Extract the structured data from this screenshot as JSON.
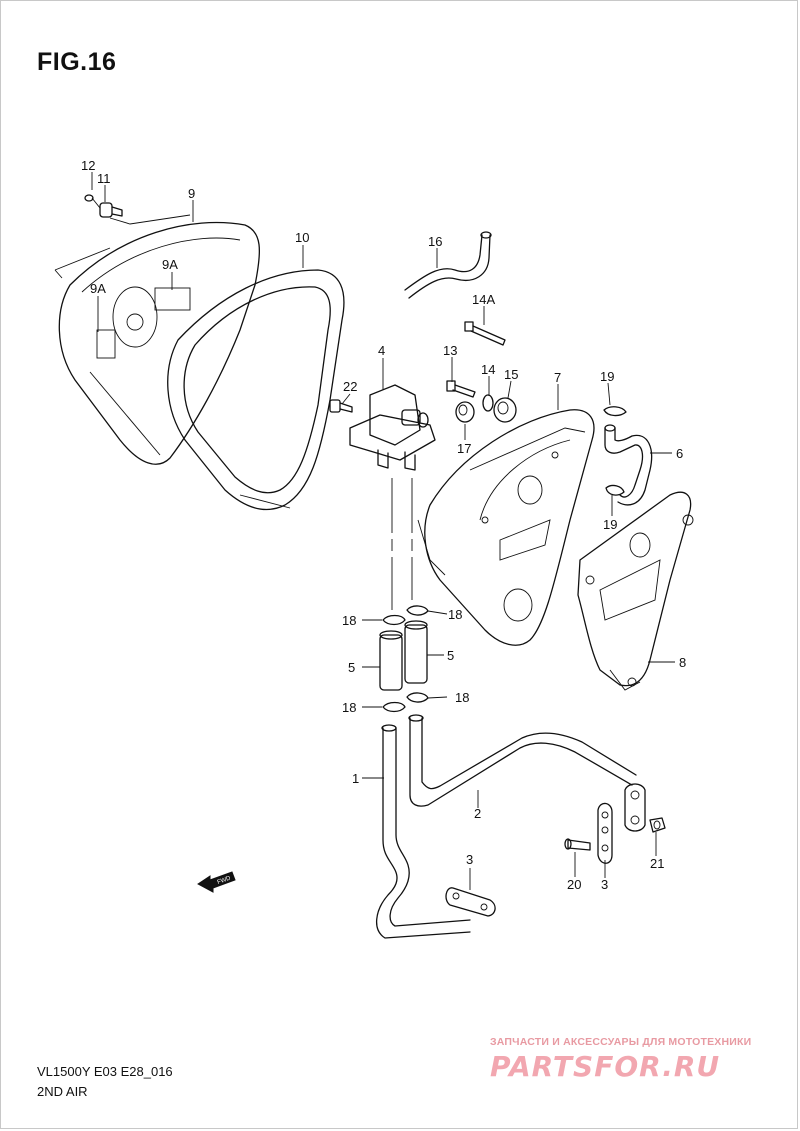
{
  "figure_title": "FIG.16",
  "model_code": "VL1500Y E03 E28_016",
  "section_name": "2ND AIR",
  "fwd_label": "FWD",
  "watermark": {
    "tagline": "ЗАПЧАСТИ И АКСЕССУАРЫ ДЛЯ МОТОТЕХНИКИ",
    "logo": "PARTSFOR.RU"
  },
  "callouts": {
    "c1": "1",
    "c2": "2",
    "c3a": "3",
    "c3b": "3",
    "c4": "4",
    "c5a": "5",
    "c5b": "5",
    "c6": "6",
    "c7": "7",
    "c8": "8",
    "c9": "9",
    "c9a1": "9A",
    "c9a2": "9A",
    "c10": "10",
    "c11": "11",
    "c12": "12",
    "c13": "13",
    "c14": "14",
    "c14a": "14A",
    "c15": "15",
    "c16": "16",
    "c17": "17",
    "c18a": "18",
    "c18b": "18",
    "c18c": "18",
    "c18d": "18",
    "c19a": "19",
    "c19b": "19",
    "c20": "20",
    "c21": "21",
    "c22": "22"
  }
}
